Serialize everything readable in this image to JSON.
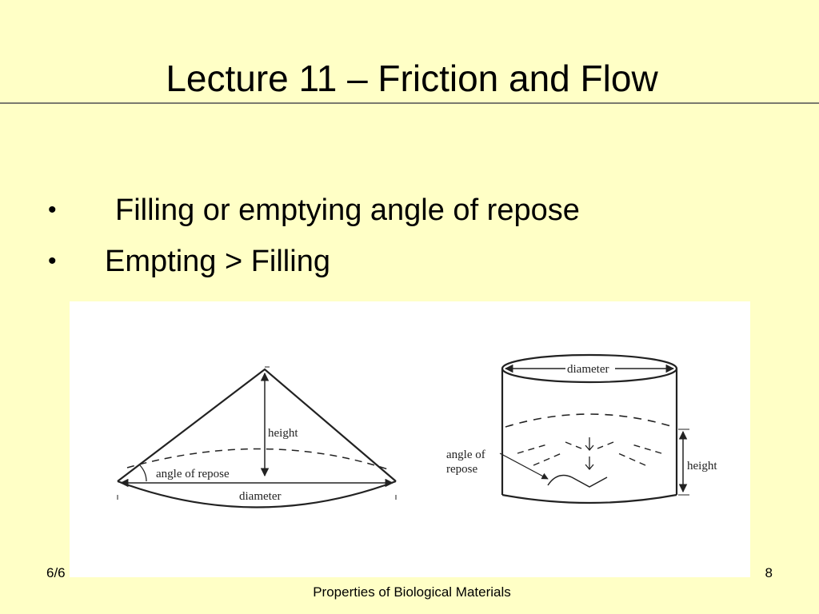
{
  "slide": {
    "title": "Lecture 11 – Friction and Flow",
    "bullets": [
      {
        "marker": "•",
        "text": "Filling  or emptying angle of repose"
      },
      {
        "marker": "•",
        "text": "Empting > Filling"
      }
    ]
  },
  "figure": {
    "cone": {
      "height_label": "height",
      "angle_label": "angle of repose",
      "diameter_label": "diameter"
    },
    "bin": {
      "diameter_label": "diameter",
      "angle_label_line1": "angle of",
      "angle_label_line2": "repose",
      "height_label": "height"
    }
  },
  "footer": {
    "date": "6/6",
    "course": "Properties of Biological Materials",
    "page": "8"
  },
  "colors": {
    "background": "#ffffc6",
    "rule": "#7a7a6e"
  }
}
